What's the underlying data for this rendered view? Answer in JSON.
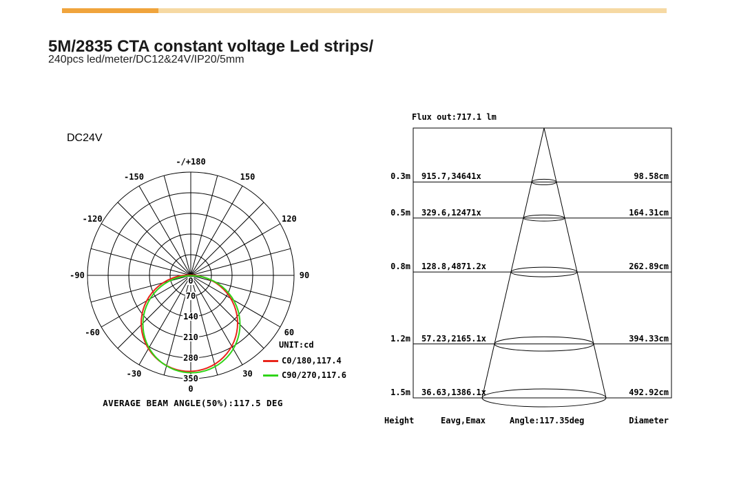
{
  "header": {
    "title": "5M/2835 CTA constant voltage Led strips/",
    "subtitle": "240pcs led/meter/DC12&24V/IP20/5mm",
    "accent_bar_colors": {
      "left": "#f0a43c",
      "right": "#f6d9a3"
    }
  },
  "polar": {
    "dc_label": "DC24V",
    "unit_label": "UNIT:cd",
    "angle_labels": [
      {
        "text": "-/+180",
        "deg": 180
      },
      {
        "text": "-150",
        "deg": -150
      },
      {
        "text": "150",
        "deg": 150
      },
      {
        "text": "-120",
        "deg": -120
      },
      {
        "text": "120",
        "deg": 120
      },
      {
        "text": "-90",
        "deg": -90
      },
      {
        "text": "90",
        "deg": 90
      },
      {
        "text": "-60",
        "deg": -60
      },
      {
        "text": "60",
        "deg": 60
      },
      {
        "text": "-30",
        "deg": -30
      },
      {
        "text": "30",
        "deg": 30
      },
      {
        "text": "0",
        "deg": 0
      }
    ],
    "center_label": "0",
    "ring_values": [
      "70",
      "140",
      "210",
      "280",
      "350"
    ],
    "legend": [
      {
        "label": "C0/180,117.4",
        "color": "#e8251b"
      },
      {
        "label": "C90/270,117.6",
        "color": "#2fd418"
      }
    ],
    "avg_beam_text": "AVERAGE BEAM ANGLE(50%):117.5 DEG"
  },
  "cone": {
    "flux_label": "Flux out:717.1 lm",
    "rows": [
      {
        "height": "0.3m",
        "eavg_emax": "915.7,34641x",
        "diameter": "98.58cm"
      },
      {
        "height": "0.5m",
        "eavg_emax": "329.6,12471x",
        "diameter": "164.31cm"
      },
      {
        "height": "0.8m",
        "eavg_emax": "128.8,4871.2x",
        "diameter": "262.89cm"
      },
      {
        "height": "1.2m",
        "eavg_emax": "57.23,2165.1x",
        "diameter": "394.33cm"
      },
      {
        "height": "1.5m",
        "eavg_emax": "36.63,1386.1x",
        "diameter": "492.92cm"
      }
    ],
    "footer": {
      "height": "Height",
      "eavg": "Eavg,Emax",
      "angle": "Angle:117.35deg",
      "diameter": "Diameter"
    }
  },
  "chart_data": [
    {
      "type": "line",
      "coordinate_system": "polar",
      "title": "Luminous intensity distribution (DC24V)",
      "unit": "cd",
      "angle_ticks_deg": [
        -150,
        -120,
        -90,
        -60,
        -30,
        0,
        30,
        60,
        90,
        120,
        150,
        180
      ],
      "radial_ticks": [
        0,
        70,
        140,
        210,
        280,
        350
      ],
      "series": [
        {
          "name": "C0/180",
          "beam_angle_deg": 117.4,
          "color": "#e8251b"
        },
        {
          "name": "C90/270",
          "beam_angle_deg": 117.6,
          "color": "#2fd418"
        }
      ],
      "average_beam_angle_50pct_deg": 117.5,
      "legend_position": "bottom-right"
    },
    {
      "type": "table",
      "title": "Flux out:717.1 lm",
      "flux_out_lm": 717.1,
      "beam_angle_deg": 117.35,
      "columns": [
        "Height",
        "Eavg,Emax",
        "Diameter"
      ],
      "rows": [
        {
          "height_m": 0.3,
          "eavg_lx": 915.7,
          "emax_lx": 34641,
          "diameter_cm": 98.58
        },
        {
          "height_m": 0.5,
          "eavg_lx": 329.6,
          "emax_lx": 12471,
          "diameter_cm": 164.31
        },
        {
          "height_m": 0.8,
          "eavg_lx": 128.8,
          "emax_lx": 4871.2,
          "diameter_cm": 262.89
        },
        {
          "height_m": 1.2,
          "eavg_lx": 57.23,
          "emax_lx": 2165.1,
          "diameter_cm": 394.33
        },
        {
          "height_m": 1.5,
          "eavg_lx": 36.63,
          "emax_lx": 1386.1,
          "diameter_cm": 492.92
        }
      ]
    }
  ]
}
